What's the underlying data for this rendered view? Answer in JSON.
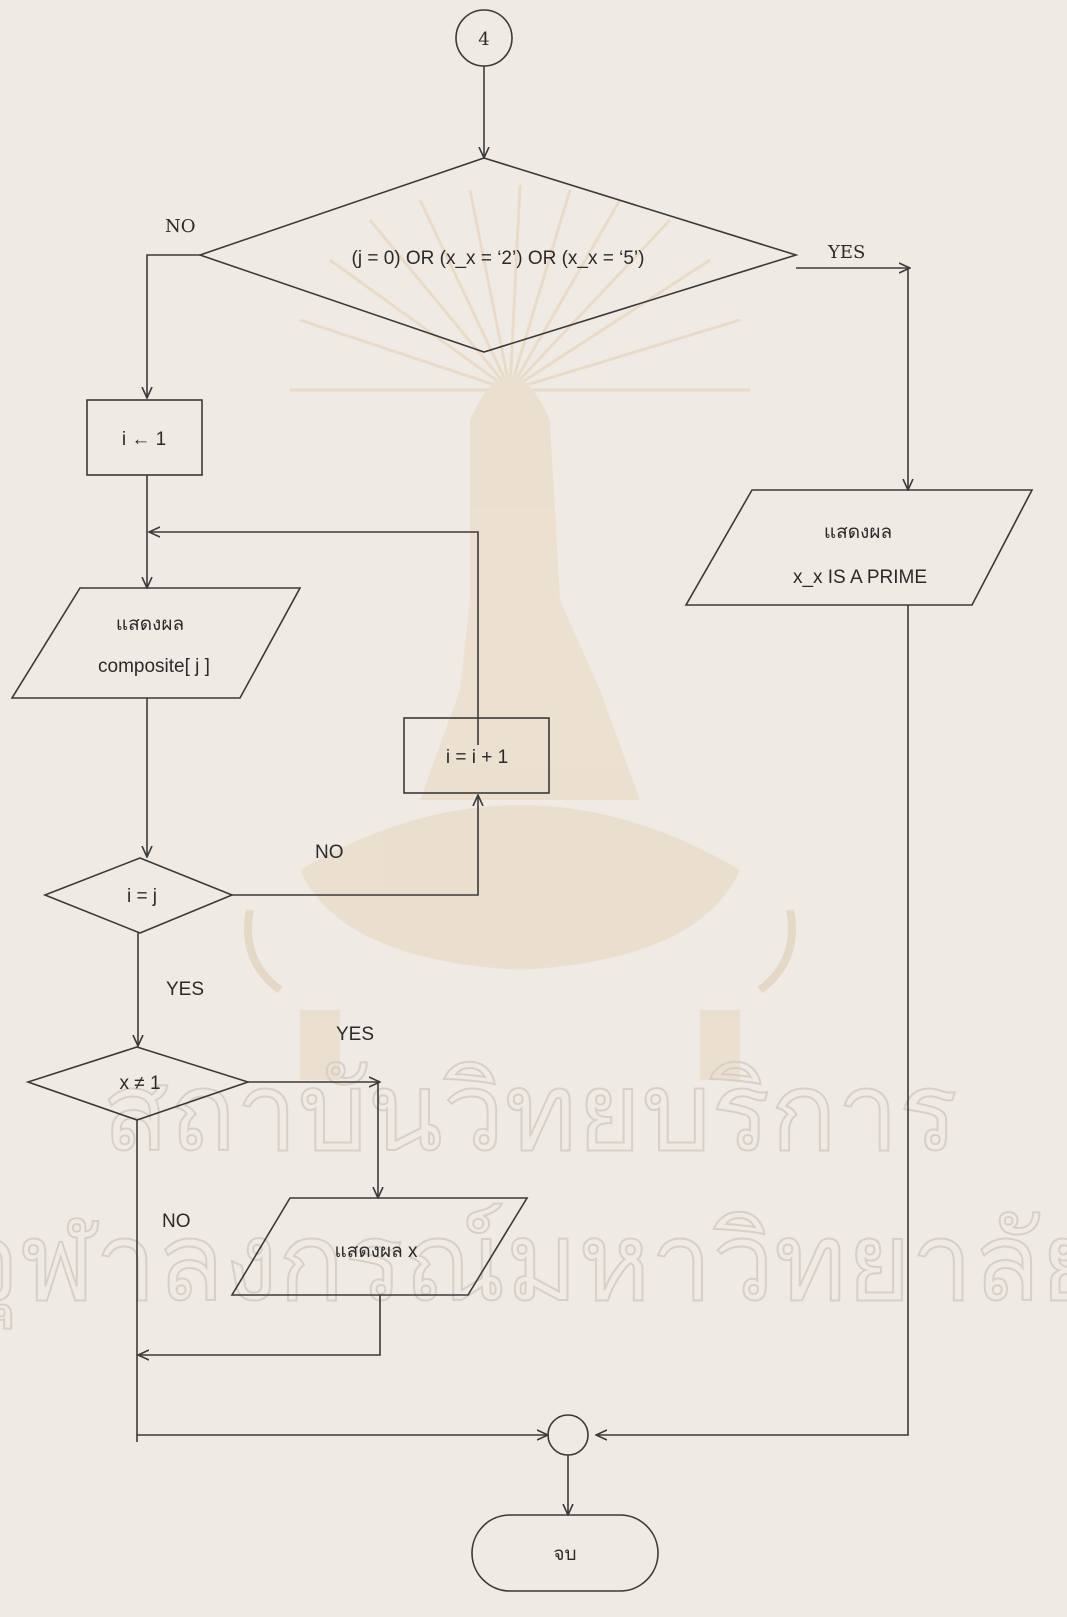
{
  "connector_top": {
    "label": "4"
  },
  "decision_main": {
    "condition": "(j = 0) OR (x_x = ‘2’) OR (x_x = ‘5’)",
    "no_label": "NO",
    "yes_label": "YES"
  },
  "init_box": {
    "text": "i ← 1"
  },
  "output_composite": {
    "line1": "แสดงผล",
    "line2": "composite[ j ]"
  },
  "output_prime": {
    "line1": "แสดงผล",
    "line2": "x_x  IS A PRIME"
  },
  "increment_box": {
    "text": "i = i + 1"
  },
  "decision_i_eq_j": {
    "condition": "i = j",
    "no_label": "NO",
    "yes_label": "YES"
  },
  "decision_x_ne_1": {
    "condition": "x ≠ 1",
    "yes_label": "YES",
    "no_label": "NO"
  },
  "output_x": {
    "text": "แสดงผล  x"
  },
  "terminal_end": {
    "text": "จบ"
  },
  "watermark": {
    "line1": "สถาบันวิทยบริการ",
    "line2": "จุฬาลงกรณ์มหาวิทยาลัย"
  }
}
